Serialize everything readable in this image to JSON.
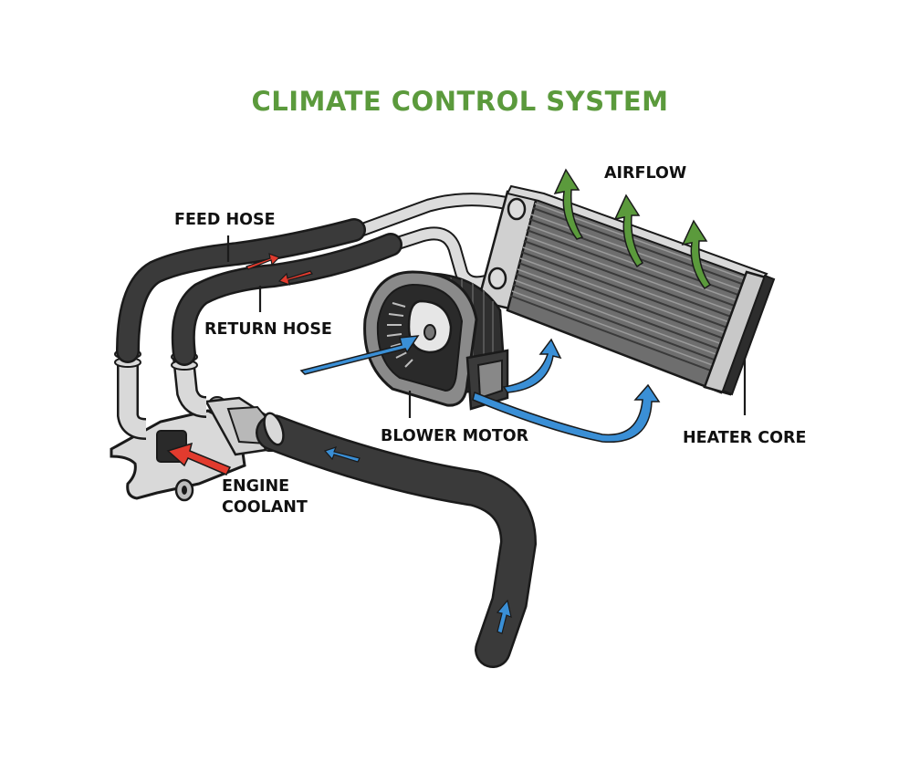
{
  "title": "CLIMATE CONTROL SYSTEM",
  "labels": {
    "feed_hose": "FEED HOSE",
    "return_hose": "RETURN HOSE",
    "airflow": "AIRFLOW",
    "blower_motor": "BLOWER MOTOR",
    "heater_core": "HEATER CORE",
    "engine_coolant_line1": "ENGINE",
    "engine_coolant_line2": "COOLANT"
  },
  "colors": {
    "title": "#5b9a3c",
    "hose": "#3a3a3a",
    "pipe": "#d9d9d9",
    "hot_arrow": "#e23b2e",
    "cold_arrow": "#3a8fd6",
    "airflow_arrow": "#5b9a3c",
    "outline": "#1a1a1a"
  }
}
